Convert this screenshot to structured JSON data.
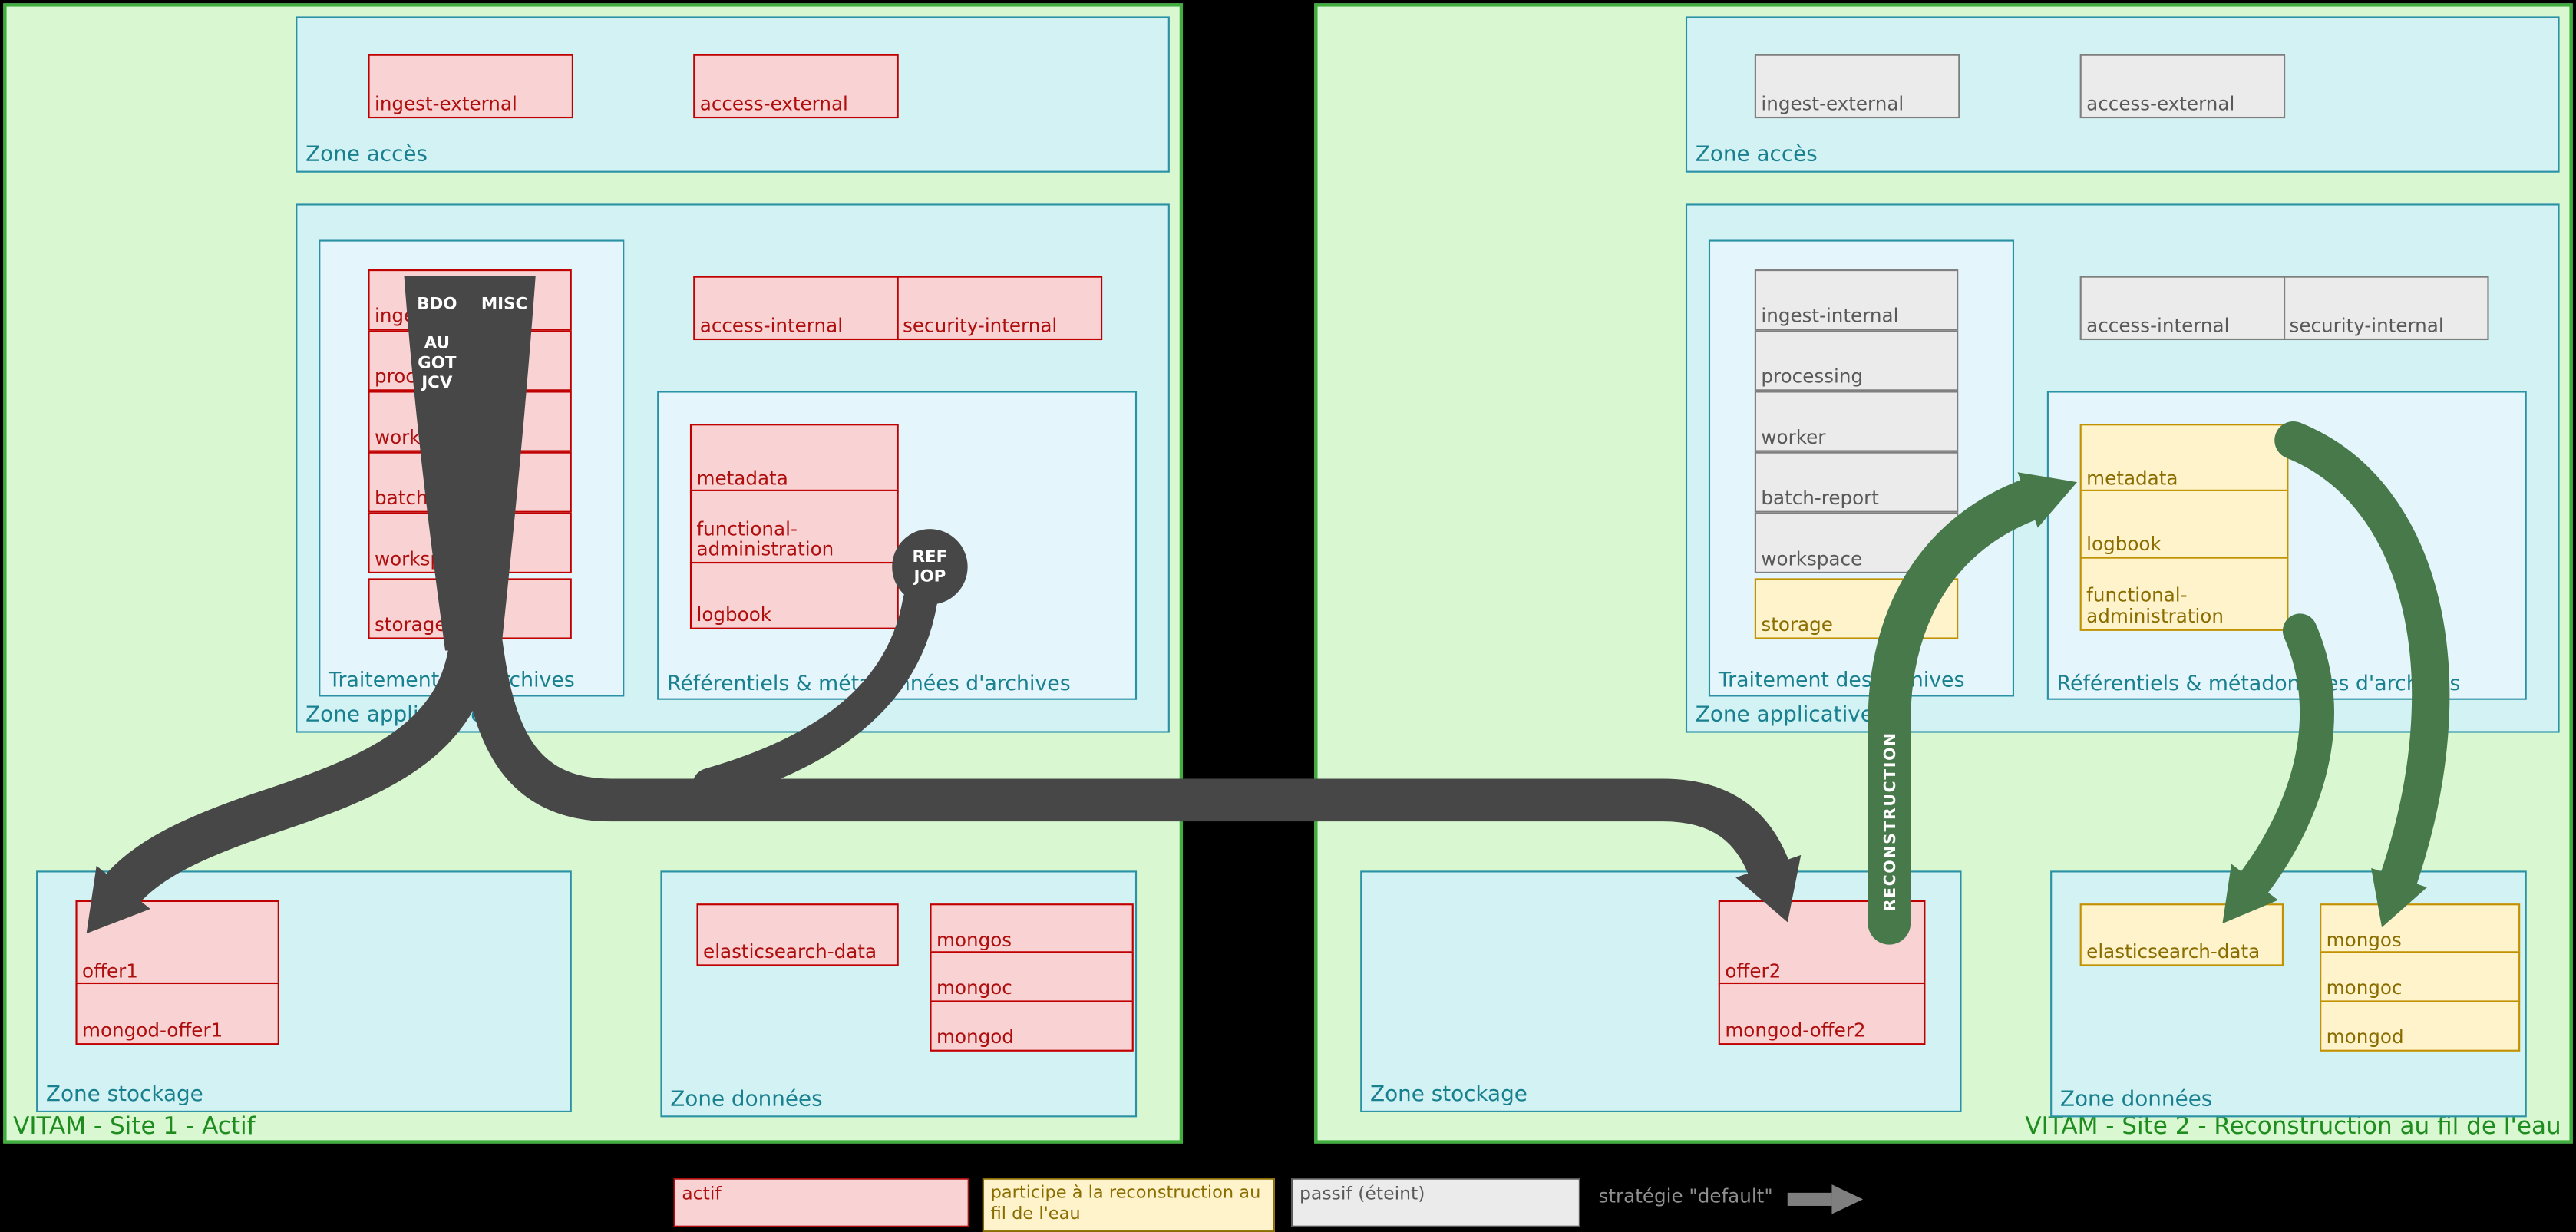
{
  "site1": {
    "title": "VITAM - Site 1 - Actif",
    "zone_acces": {
      "label": "Zone accès",
      "items": [
        "ingest-external",
        "access-external"
      ]
    },
    "zone_applicative": {
      "label": "Zone applicative",
      "traitement": {
        "label": "Traitement des archives",
        "items": [
          "ingest-internal",
          "processing",
          "worker",
          "batch-report",
          "workspace",
          "storage"
        ]
      },
      "internal": [
        "access-internal",
        "security-internal"
      ],
      "referentiels": {
        "label": "Référentiels & métadonnées d'archives",
        "items": [
          "metadata",
          "functional-administration",
          "logbook"
        ]
      }
    },
    "zone_stockage": {
      "label": "Zone stockage",
      "items": [
        "offer1",
        "mongod-offer1"
      ]
    },
    "zone_donnees": {
      "label": "Zone données",
      "elastic": "elasticsearch-data",
      "mongo": [
        "mongos",
        "mongoc",
        "mongod"
      ]
    }
  },
  "site2": {
    "title": "VITAM - Site 2 - Reconstruction au fil de l'eau",
    "zone_acces": {
      "label": "Zone accès",
      "items": [
        "ingest-external",
        "access-external"
      ]
    },
    "zone_applicative": {
      "label": "Zone applicative",
      "traitement": {
        "label": "Traitement des archives",
        "items": [
          "ingest-internal",
          "processing",
          "worker",
          "batch-report",
          "workspace",
          "storage"
        ]
      },
      "internal": [
        "access-internal",
        "security-internal"
      ],
      "referentiels": {
        "label": "Référentiels & métadonnées d'archives",
        "items": [
          "metadata",
          "logbook",
          "functional-administration"
        ]
      }
    },
    "zone_stockage": {
      "label": "Zone stockage",
      "items": [
        "offer2",
        "mongod-offer2"
      ]
    },
    "zone_donnees": {
      "label": "Zone données",
      "elastic": "elasticsearch-data",
      "mongo": [
        "mongos",
        "mongoc",
        "mongod"
      ]
    }
  },
  "arrows": {
    "bdo": "BDO",
    "misc": "MISC",
    "au": "AU",
    "got": "GOT",
    "jcv": "JCV",
    "ref": "REF",
    "jop": "JOP",
    "reconstruction": "RECONSTRUCTION"
  },
  "legend": {
    "actif": "actif",
    "participe": "participe à la reconstruction au fil de l'eau",
    "passif": "passif (éteint)",
    "strategie": "stratégie \"default\""
  },
  "colors": {
    "active_fill": "#f9d3d3",
    "active_border": "#c00000",
    "passive_fill": "#ebebeb",
    "passive_border": "#7f7f7f",
    "recon_fill": "#fff3cc",
    "recon_border": "#c09100",
    "site_fill": "#d9f8d2",
    "site_border": "#3fae3f",
    "zone_fill": "#d2f2f4",
    "zone_border": "#2b92a5",
    "dark_arrow": "#474747",
    "green_arrow": "#47794b",
    "background": "#000000"
  }
}
